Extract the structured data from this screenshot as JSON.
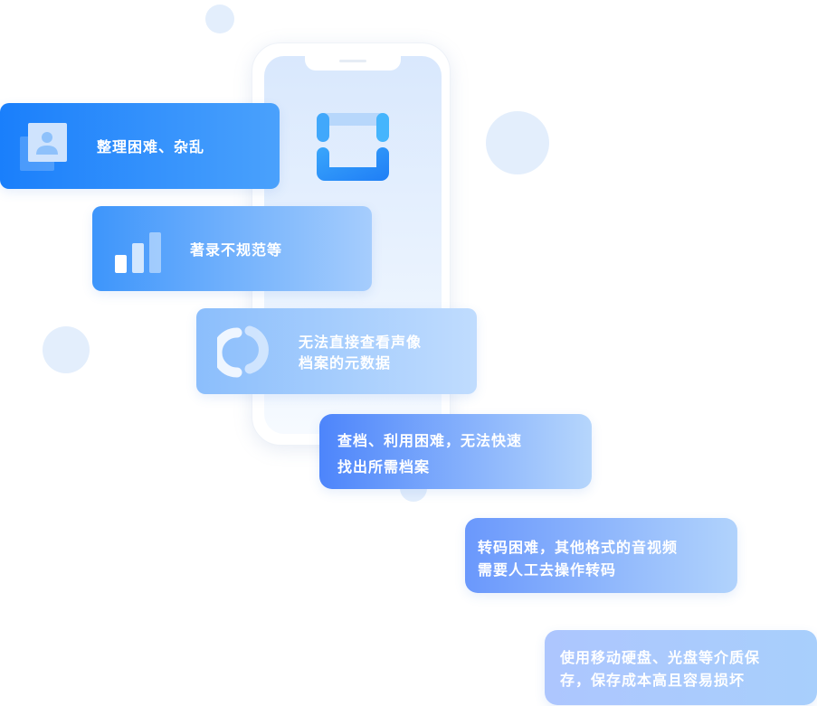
{
  "cards": [
    {
      "lines": [
        "整理困难、杂乱"
      ],
      "icon": "user-profile-icon"
    },
    {
      "lines": [
        "著录不规范等"
      ],
      "icon": "bar-chart-icon"
    },
    {
      "lines": [
        "无法直接查看声像",
        "档案的元数据"
      ],
      "icon": "refresh-icon"
    },
    {
      "lines": [
        "查档、利用困难，无法快速",
        "找出所需档案"
      ]
    },
    {
      "lines": [
        "转码困难，其他格式的音视频",
        "需要人工去操作转码"
      ]
    },
    {
      "lines": [
        "使用移动硬盘、光盘等介质保",
        "存，保存成本高且容易损坏"
      ]
    }
  ],
  "colors": {
    "primary": "#1a7ffb",
    "light": "#e3eefc"
  }
}
